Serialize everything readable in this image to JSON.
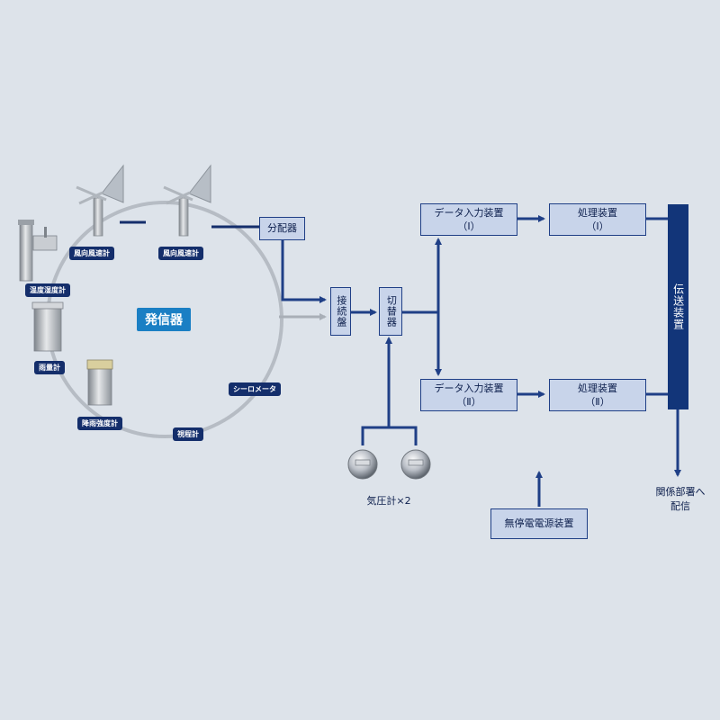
{
  "transmitter": {
    "title": "発信器",
    "sensors": [
      "風向風速計",
      "風向風速計",
      "温度湿度計",
      "雨量計",
      "降雨強度計",
      "視程計",
      "シーロメータ"
    ]
  },
  "distributor": "分配器",
  "junction_panel": "接続盤",
  "switcher": "切替器",
  "barometer": "気圧計×2",
  "data_input_1": {
    "line1": "データ入力装置",
    "line2": "（Ⅰ）"
  },
  "data_input_2": {
    "line1": "データ入力装置",
    "line2": "（Ⅱ）"
  },
  "processing_1": {
    "line1": "処理装置",
    "line2": "（Ⅰ）"
  },
  "processing_2": {
    "line1": "処理装置",
    "line2": "（Ⅱ）"
  },
  "transmission": "伝送装置",
  "ups": "無停電電源装置",
  "distribution": {
    "line1": "関係部署へ",
    "line2": "配信"
  },
  "colors": {
    "line": "#1f3f86",
    "box_fill": "#c8d4ea",
    "tag_fill": "#142e6b",
    "background": "#dde3ea"
  }
}
